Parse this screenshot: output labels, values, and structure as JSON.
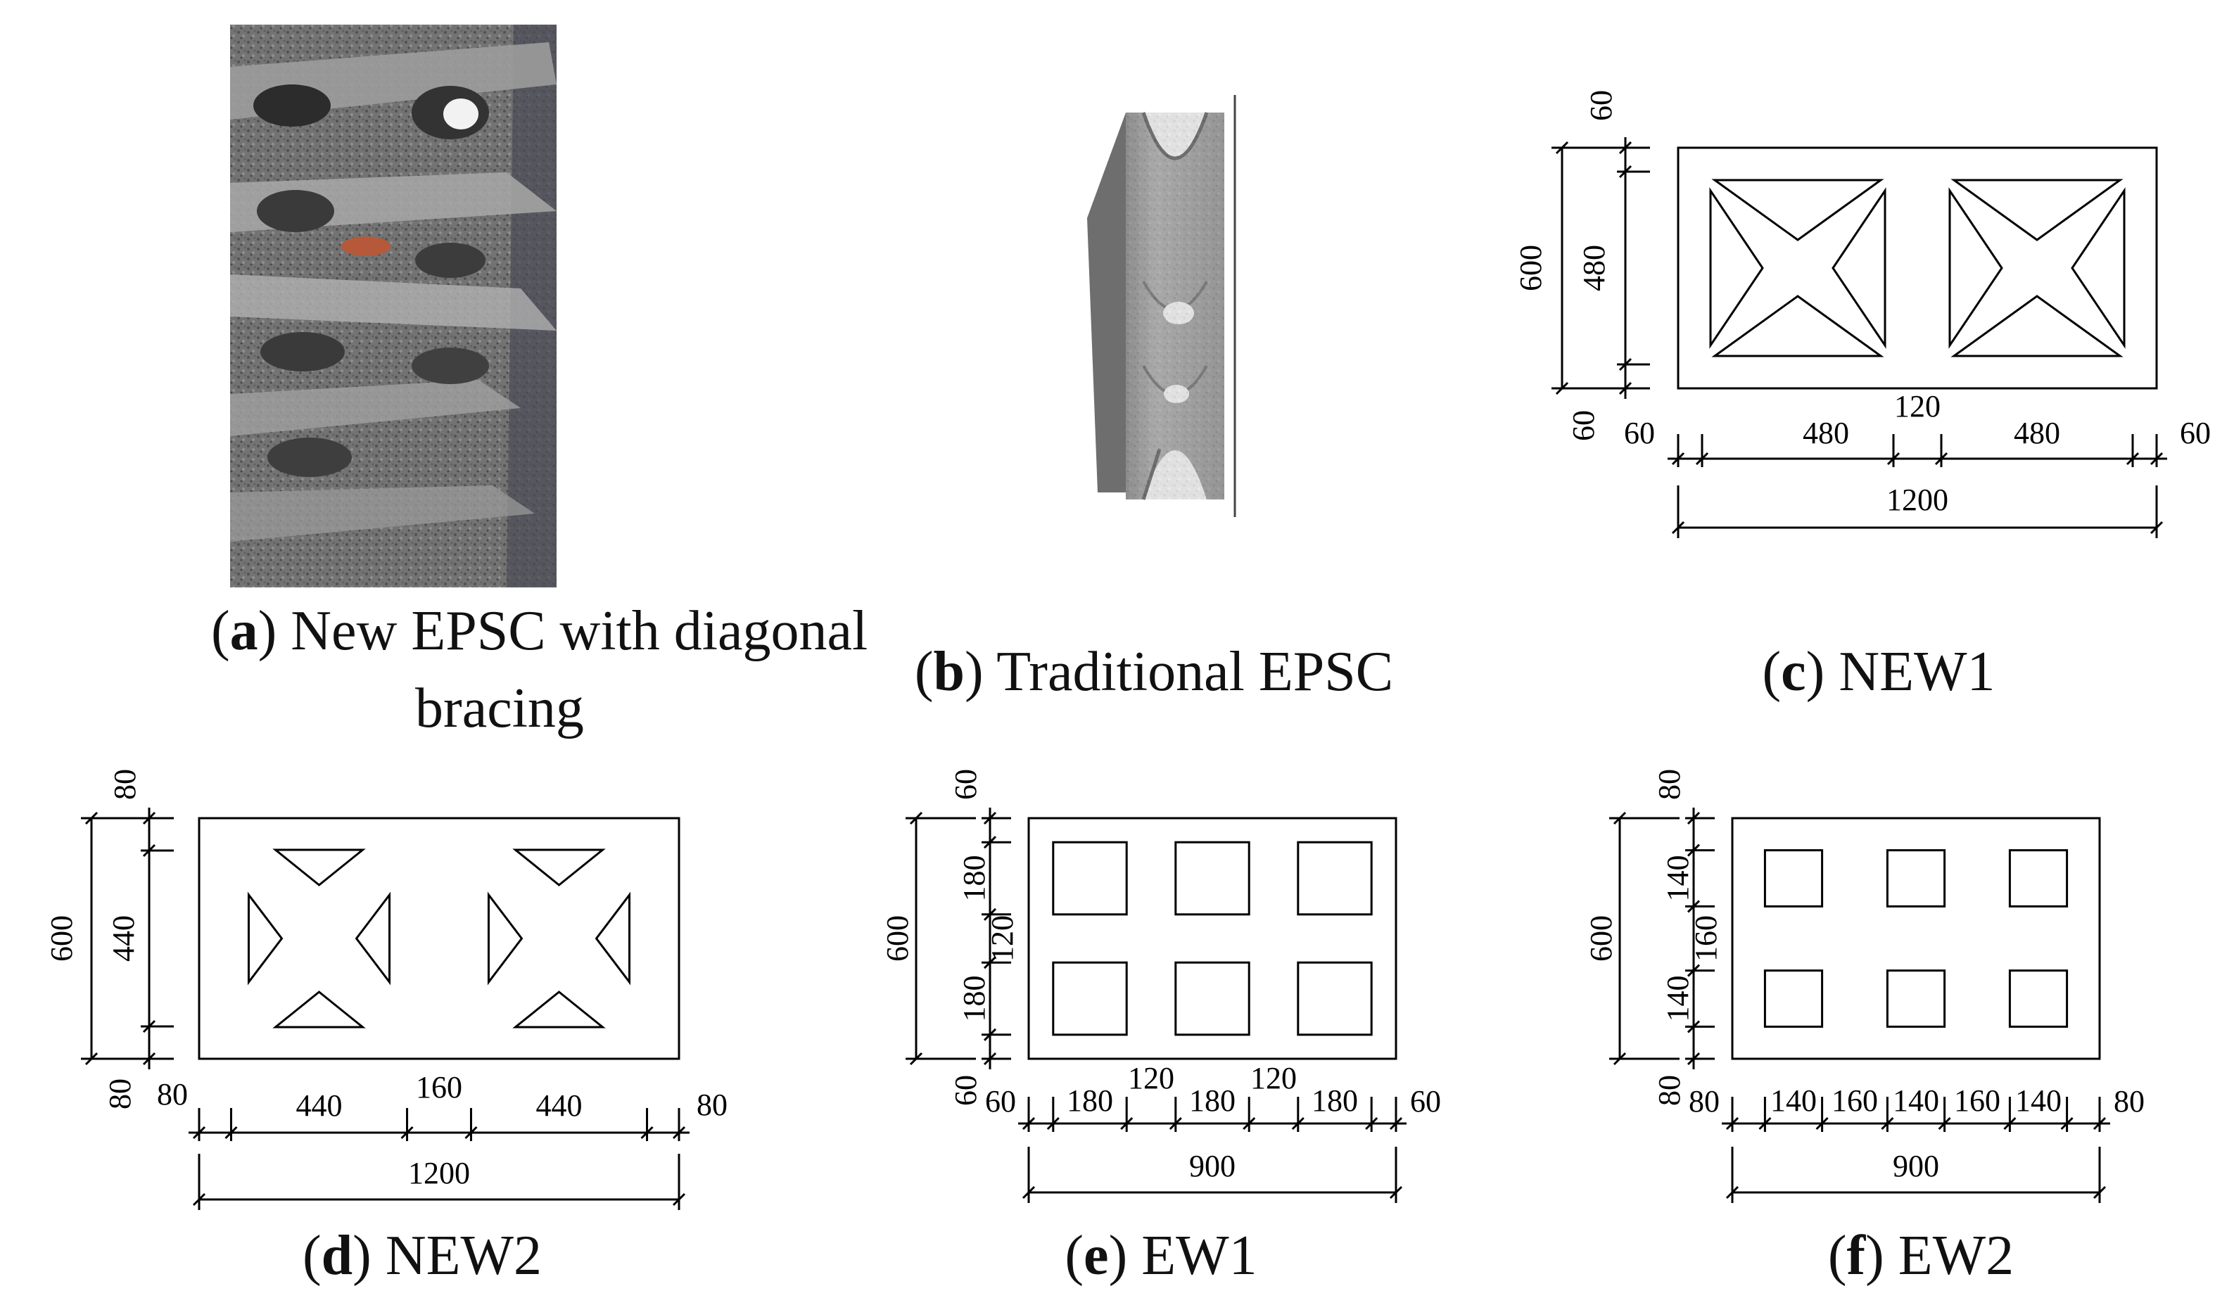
{
  "panels": {
    "a": {
      "letter": "a",
      "caption_line1": "New EPSC with diagonal",
      "caption_line2": "bracing"
    },
    "b": {
      "letter": "b",
      "caption": "Traditional EPSC"
    },
    "c": {
      "letter": "c",
      "caption": "NEW1",
      "dims": {
        "top": "60",
        "inner": "480",
        "height": "600",
        "bottom": "60",
        "left": "60",
        "w1": "480",
        "gap": "120",
        "w2": "480",
        "right": "60",
        "width": "1200"
      }
    },
    "d": {
      "letter": "d",
      "caption": "NEW2",
      "dims": {
        "top": "80",
        "inner": "440",
        "height": "600",
        "bottom": "80",
        "left": "80",
        "w1": "440",
        "gap": "160",
        "w2": "440",
        "right": "80",
        "width": "1200"
      }
    },
    "e": {
      "letter": "e",
      "caption": "EW1",
      "dims": {
        "top": "60",
        "h1": "180",
        "mid": "120",
        "h2": "180",
        "height": "600",
        "bottom": "60",
        "left": "60",
        "w1": "180",
        "g1": "120",
        "w2": "180",
        "g2": "120",
        "w3": "180",
        "right": "60",
        "width": "900"
      }
    },
    "f": {
      "letter": "f",
      "caption": "EW2",
      "dims": {
        "top": "80",
        "h1": "140",
        "mid": "160",
        "h2": "140",
        "height": "600",
        "bottom": "80",
        "left": "80",
        "w1": "140",
        "g1": "160",
        "w2": "140",
        "g2": "160",
        "w3": "140",
        "right": "80",
        "width": "900"
      }
    }
  }
}
